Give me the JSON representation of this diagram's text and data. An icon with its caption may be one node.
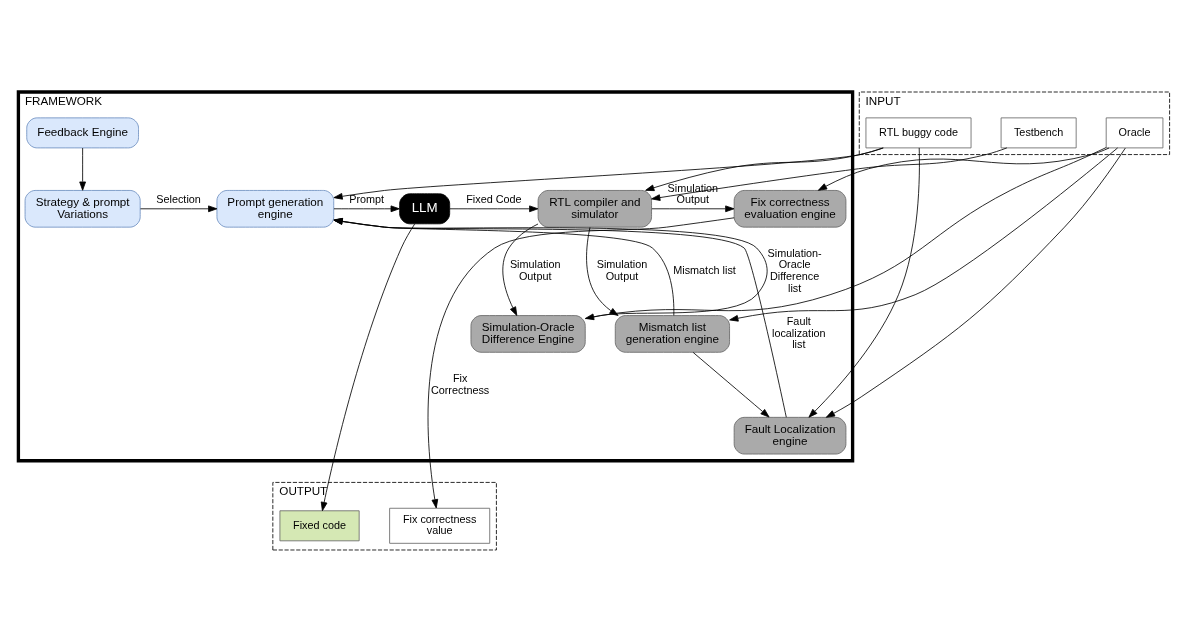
{
  "diagram": {
    "nodes": [
      {
        "text": [
          "INPUT"
        ]
      },
      {
        "text": [
          "RTL buggy code"
        ],
        "in": 0
      },
      {
        "text": [
          "Testbench"
        ],
        "in": 0
      },
      {
        "text": [
          "Oracle"
        ],
        "in": 0
      },
      {
        "text": [
          "FRAMEWORK"
        ]
      },
      {
        "text": [
          "Strategy & prompt Variations"
        ],
        "in": 4
      },
      {
        "text": [
          "Prompt generation engine"
        ],
        "in": 4
      },
      {
        "text": [
          "LLM"
        ],
        "in": 4
      },
      {
        "text": [
          "RTL compiler and simulator"
        ],
        "in": 4
      },
      {
        "text": [
          "Fix correctness evaluation engine"
        ],
        "in": 4
      },
      {
        "text": [
          "Feedback Engine"
        ],
        "in": 4
      },
      {
        "text": [
          "Mismatch list generation engine"
        ],
        "in": 4
      },
      {
        "text": [
          "Fault Localization engine"
        ],
        "in": 4
      },
      {
        "text": [
          "Simulation-Oracle Difference Engine"
        ],
        "in": 4
      },
      {
        "text": [
          "OUTPUT"
        ]
      },
      {
        "text": [
          "Fixed code"
        ],
        "in": 14
      },
      {
        "text": [
          "Fix correctness value"
        ],
        "in": 14
      }
    ],
    "edges": [
      {
        "from": 1,
        "to": 6,
        "arrow": "to"
      },
      {
        "from": 1,
        "to": 8,
        "arrow": "to"
      },
      {
        "from": 2,
        "to": 8,
        "arrow": "to"
      },
      {
        "from": 3,
        "to": 9,
        "arrow": "to"
      },
      {
        "from": 1,
        "to": 12,
        "arrow": "to"
      },
      {
        "from": 3,
        "to": 11,
        "arrow": "to"
      },
      {
        "from": 3,
        "to": 12,
        "arrow": "to"
      },
      {
        "from": 3,
        "to": 13,
        "arrow": "to"
      },
      {
        "from": 10,
        "to": 5,
        "arrow": "to"
      },
      {
        "from": 5,
        "to": 6,
        "arrow": "to",
        "label": "Selection"
      },
      {
        "from": 6,
        "to": 7,
        "arrow": "to",
        "label": "Prompt"
      },
      {
        "from": 7,
        "to": 8,
        "arrow": "to",
        "label": "Fixed Code"
      },
      {
        "from": 8,
        "to": 9,
        "arrow": "to",
        "label": "Simulation Output"
      },
      {
        "from": 8,
        "to": 11,
        "arrow": "to",
        "label": "Simulation Output"
      },
      {
        "from": 11,
        "to": 6,
        "arrow": "to",
        "label": "Mismatch list"
      },
      {
        "from": 11,
        "to": 12,
        "arrow": "to"
      },
      {
        "from": 12,
        "to": 6,
        "arrow": "to",
        "label": "Fault localization list"
      },
      {
        "from": 8,
        "to": 13,
        "arrow": "to",
        "label": "Simulation Output"
      },
      {
        "from": 13,
        "to": 6,
        "arrow": "to",
        "label": "Simulation-Oracle Difference list"
      },
      {
        "from": 7,
        "to": 15,
        "arrow": "to"
      },
      {
        "from": 9,
        "to": 16,
        "arrow": "to",
        "label": "Fix Correctness"
      }
    ]
  }
}
